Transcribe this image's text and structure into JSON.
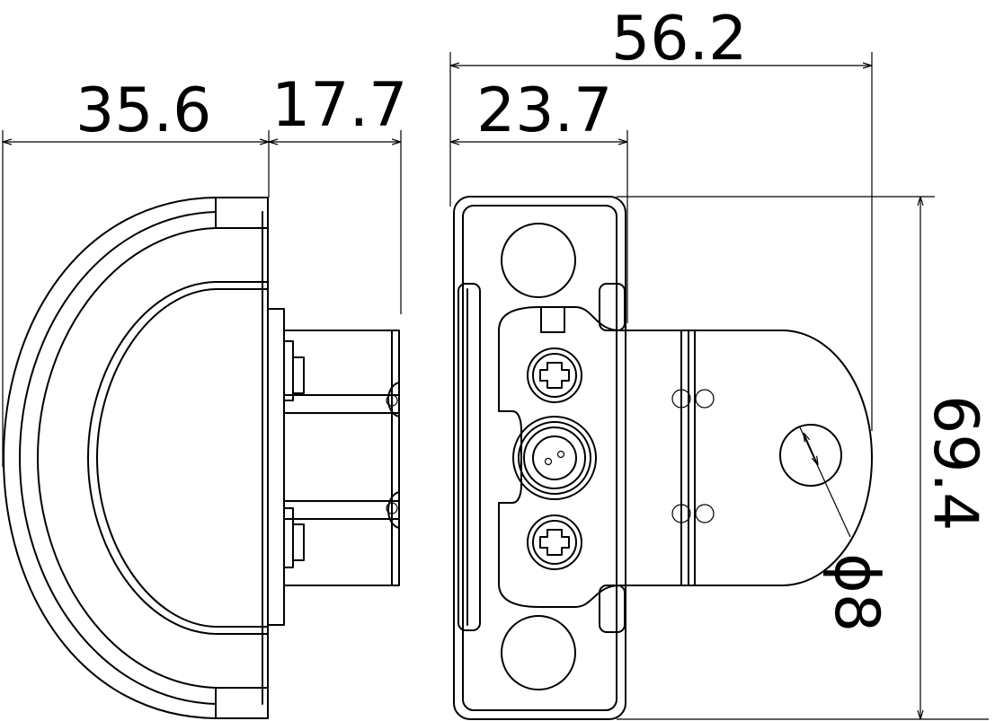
{
  "dimensions": {
    "top_overall": "56.2",
    "left_width": "35.6",
    "left_depth": "17.7",
    "front_depth": "23.7",
    "height": "69.4",
    "hole_diameter": "ϕ8"
  },
  "colors": {
    "line": "#000000",
    "background": "#ffffff"
  }
}
